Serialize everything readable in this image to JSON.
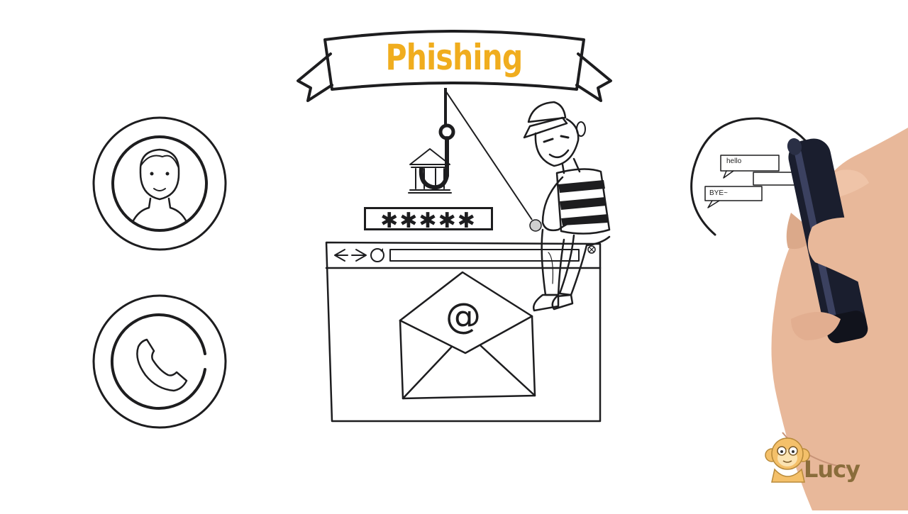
{
  "banner": {
    "title": "Phishing"
  },
  "password_field": {
    "masked_value": "✱✱✱✱✱"
  },
  "chat": {
    "bubble_1": "hello",
    "bubble_2": "BYE~"
  },
  "envelope": {
    "symbol": "@"
  },
  "logo": {
    "text": "Lucy"
  },
  "colors": {
    "accent": "#f0ad1e",
    "ink": "#1d1d1f",
    "background": "#ffffff",
    "marker": "#1a1e2e",
    "skin": "#e8b89a"
  },
  "icons": [
    "person-icon",
    "phone-icon",
    "bank-icon",
    "fishing-hook-icon",
    "browser-window-icon",
    "email-envelope-icon",
    "hacker-figure",
    "chat-bubbles-icon",
    "drawing-hand",
    "monkey-logo"
  ]
}
